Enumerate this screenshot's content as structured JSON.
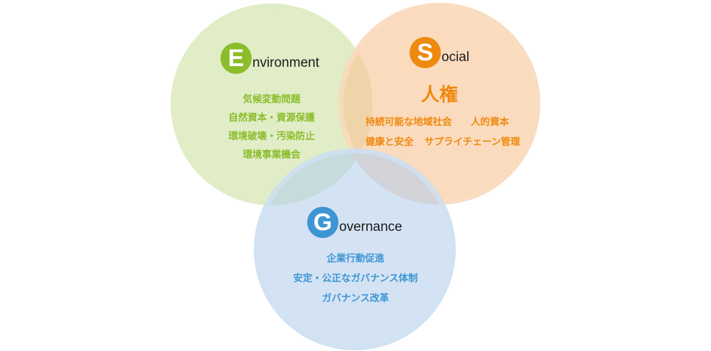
{
  "colors": {
    "environment": "#8bbd2a",
    "social": "#ee8a0f",
    "governance": "#3e95d3"
  },
  "environment": {
    "initial": "E",
    "rest": "nvironment",
    "items": [
      "気候変動問題",
      "自然資本・資源保護",
      "環境破壊・汚染防止",
      "環境事業機会"
    ]
  },
  "social": {
    "initial": "S",
    "rest": "ocial",
    "main": "人権",
    "items": [
      "持続可能な地域社会",
      "人的資本",
      "健康と安全",
      "サプライチェーン管理"
    ]
  },
  "governance": {
    "initial": "G",
    "rest": "overnance",
    "items": [
      "企業行動促進",
      "安定・公正なガバナンス体制",
      "ガバナンス改革"
    ]
  }
}
